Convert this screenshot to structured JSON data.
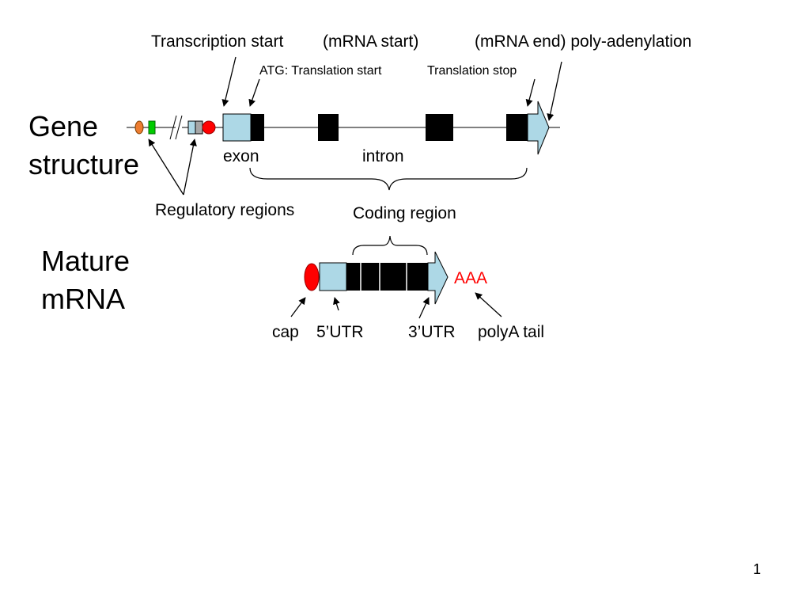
{
  "labels": {
    "transcription_start": "Transcription start",
    "mrna_start": "(mRNA start)",
    "mrna_end_polyadenylation": "(mRNA end) poly-adenylation",
    "atg_translation_start": "ATG: Translation start",
    "translation_stop": "Translation stop",
    "exon": "exon",
    "intron": "intron",
    "regulatory_regions": "Regulatory regions",
    "coding_region": "Coding region",
    "aaa": "AAA",
    "cap": "cap",
    "utr5": "5’UTR",
    "utr3": "3’UTR",
    "polya_tail": "polyA tail"
  },
  "headings": {
    "gene_line1": "Gene",
    "gene_line2": "structure",
    "mature_line1": "Mature",
    "mature_line2": "mRNA"
  },
  "page_number": "1",
  "colors": {
    "utr_fill": "#add8e6",
    "exon_fill": "#000000",
    "cap_red": "#ff0000",
    "regulatory_orange": "#ed7d31",
    "regulatory_green": "#00cc00",
    "aaa_text": "#ff0000"
  }
}
